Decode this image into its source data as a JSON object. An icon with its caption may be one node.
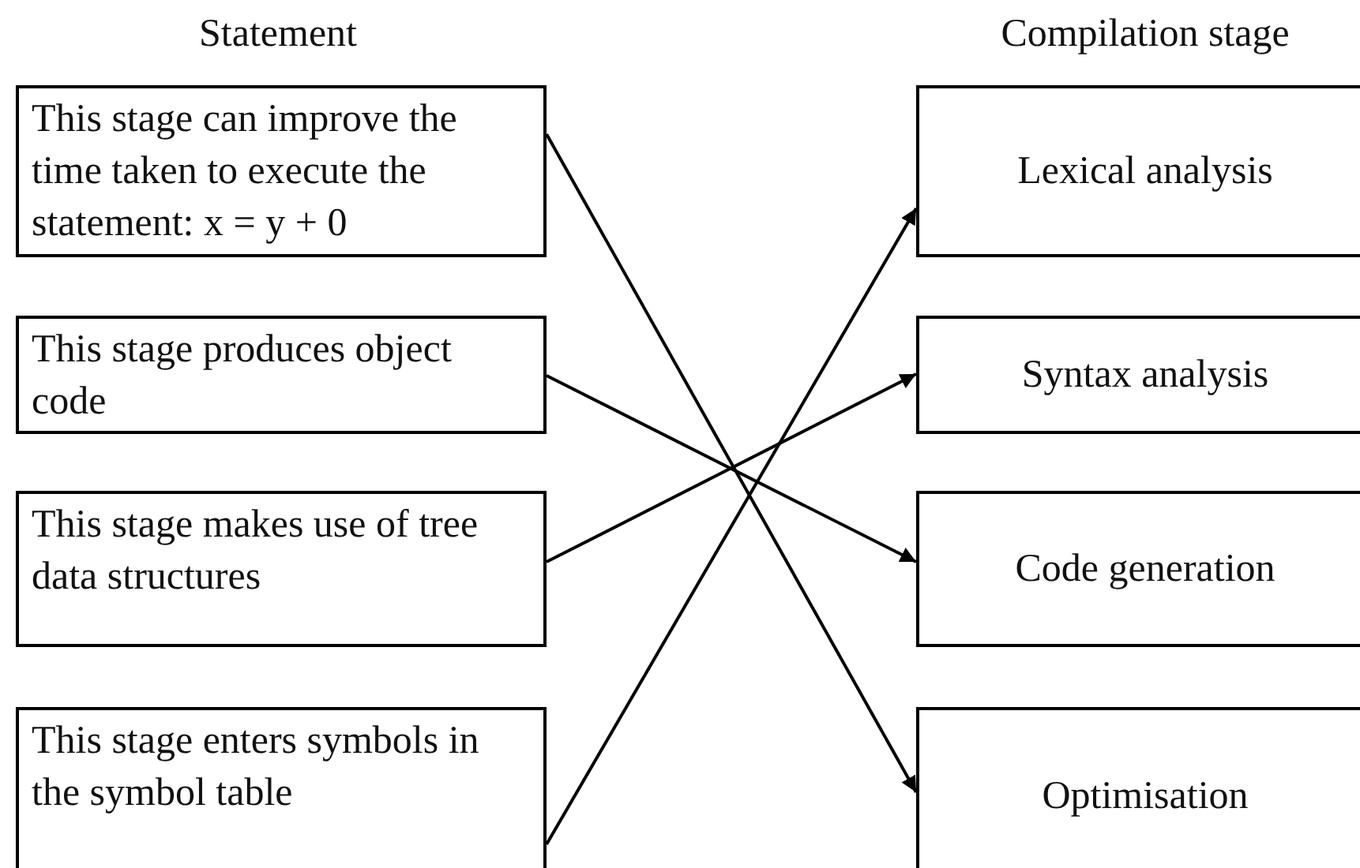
{
  "diagram": {
    "nodes": [
      {
        "text": [
          "This stage can improve the time taken to execute the statement: x = y + 0"
        ]
      },
      {
        "text": [
          "This stage produces object code"
        ]
      },
      {
        "text": [
          "This stage makes use of tree data structures"
        ]
      },
      {
        "text": [
          "This stage enters symbols in the symbol table"
        ]
      },
      {
        "text": [
          "Lexical analysis"
        ]
      },
      {
        "text": [
          "Syntax analysis"
        ]
      },
      {
        "text": [
          "Code generation"
        ]
      },
      {
        "text": [
          "Optimisation"
        ]
      }
    ],
    "edges": [
      {
        "from": 0,
        "to": 7,
        "arrow": "to"
      },
      {
        "from": 1,
        "to": 6,
        "arrow": "to"
      },
      {
        "from": 2,
        "to": 5,
        "arrow": "to"
      },
      {
        "from": 3,
        "to": 4,
        "arrow": "to"
      }
    ],
    "labels": [
      "Statement",
      "Compilation stage"
    ]
  }
}
